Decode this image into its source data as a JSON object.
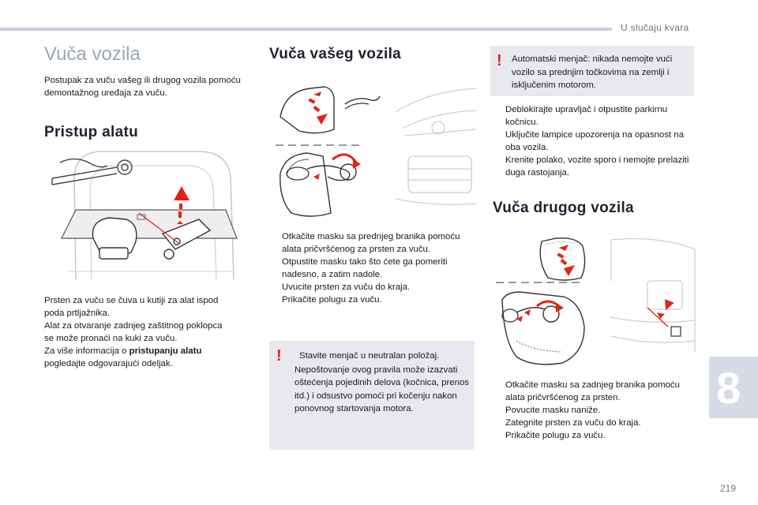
{
  "header": {
    "section": "U slučaju kvara"
  },
  "left": {
    "title": "Vuča vozila",
    "intro": "Postupak za vuču vašeg ili drugog vozila pomoću demontažnog uređaja za vuču.",
    "access_title": "Pristup alatu",
    "text_lines": [
      "Prsten za vuču se čuva u kutiji za alat ispod",
      "poda prtljažnika.",
      "Alat za otvaranje zadnjeg zaštitnog poklopca",
      "se može pronaći na kuki za vuču."
    ],
    "more_prefix": "Za više informacija o ",
    "more_bold": "pristupanju alatu",
    "more_suffix": "pogledajte odgovarajući odeljak."
  },
  "middle": {
    "title": "Vuča vašeg vozila",
    "steps": [
      "Otkačite masku sa prednjeg branika pomoću alata pričvršćenog za prsten za vuču.",
      "Otpustite masku tako što ćete ga pomeriti nadesno, a zatim nadole.",
      "Uvucite prsten za vuču do kraja.",
      "Prikačite polugu za vuču."
    ],
    "warning": "Stavite menjač u neutralan položaj. Nepoštovanje ovog pravila može izazvati oštećenja pojedinih delova (kočnica, prenos itd.) i odsustvo pomoći pri kočenju nakon ponovnog startovanja motora."
  },
  "right": {
    "warning": "Automatski menjač: nikada nemojte vući vozilo sa prednjim točkovima na zemlji i isključenim motorom.",
    "steps": [
      "Deblokirajte upravljač i otpustite parkirnu kočnicu.",
      "Uključite lampice upozorenja na opasnost na oba vozila.",
      "Krenite polako, vozite sporo i nemojte prelaziti duga rastojanja."
    ],
    "title": "Vuča drugog vozila",
    "steps2": [
      "Otkačite masku sa zadnjeg branika pomoću alata pričvršćenog za prsten.",
      "Povucite masku naniže.",
      "Zategnite prsten za vuču do kraja.",
      "Prikačite polugu za vuču."
    ]
  },
  "symbols": {
    "bullet": "",
    "warning_mark": "!"
  },
  "colors": {
    "accent_red": "#e2231a",
    "title_grey": "#9aa4b6",
    "box_bg": "#e8e9ef",
    "tab_bg": "#d7dbe6"
  },
  "chapter": "8",
  "page_number": "219"
}
